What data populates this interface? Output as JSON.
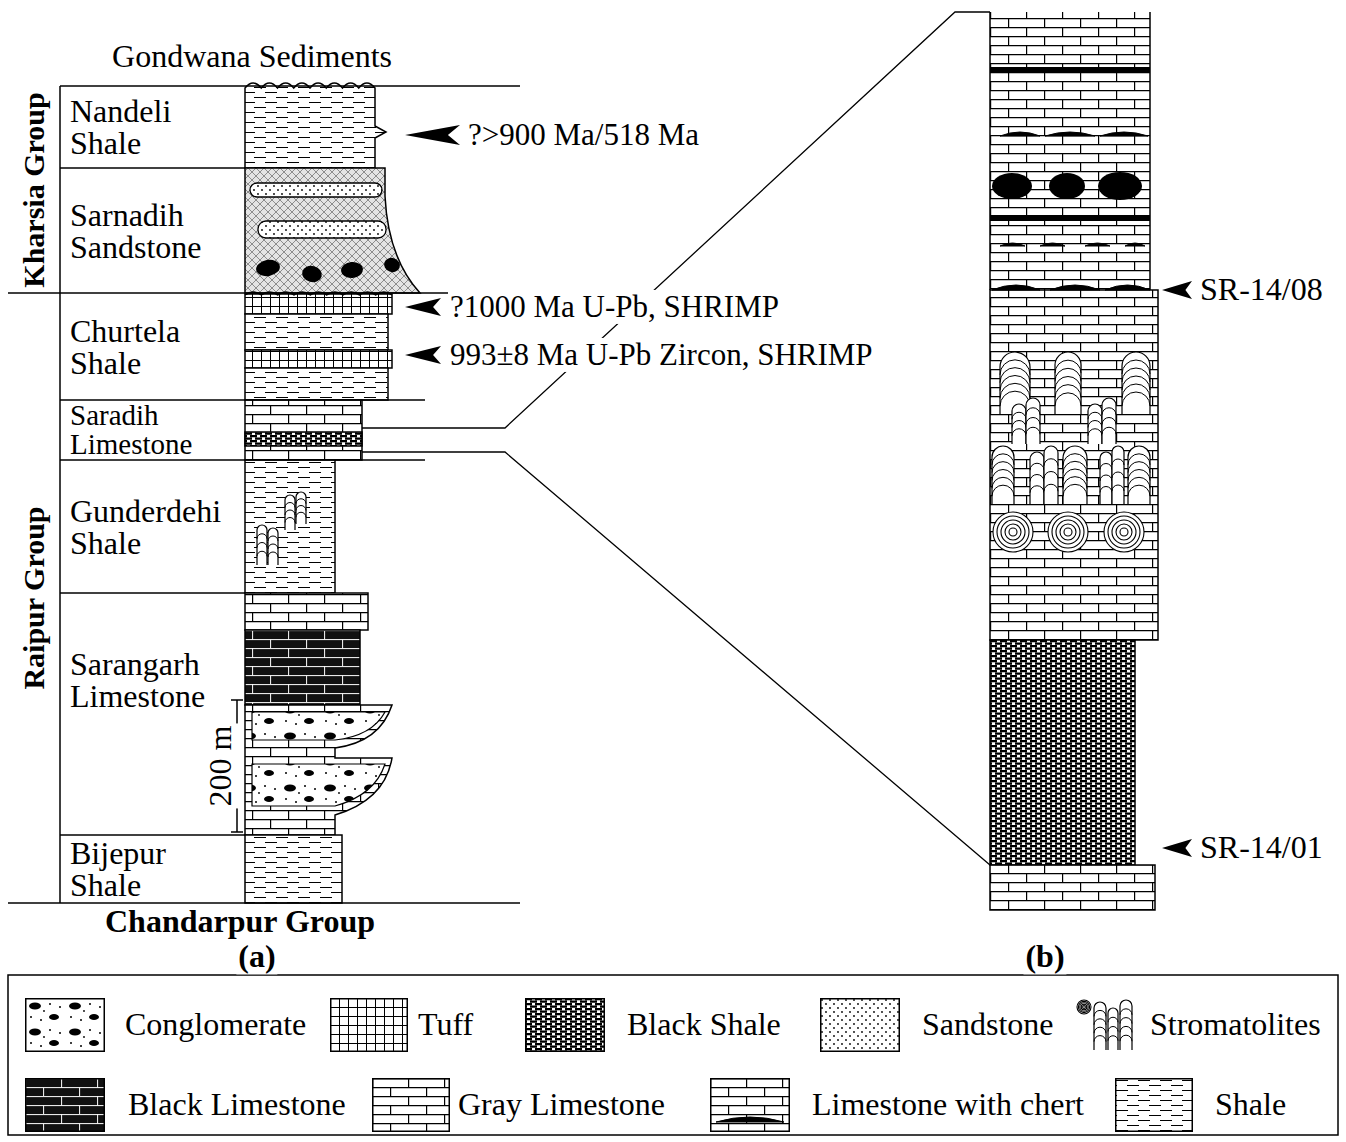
{
  "diagram": {
    "nodes": [
      {
        "text": [
          "Kharsia Group"
        ]
      },
      {
        "text": [
          "Nandeli Shale"
        ]
      },
      {
        "text": [
          "Sarnadih Sandstone"
        ]
      },
      {
        "text": [
          "Raipur Group"
        ]
      },
      {
        "text": [
          "Churtela Shale"
        ]
      },
      {
        "text": [
          "Saradih Limestone"
        ]
      },
      {
        "text": [
          "Gunderdehi Shale"
        ]
      },
      {
        "text": [
          "Sarangarh Limestone"
        ]
      },
      {
        "text": [
          "Bijepur Shale"
        ]
      }
    ],
    "labels": [
      "Gondwana Sediments",
      "?>900 Ma/518 Ma",
      "?1000 Ma U-Pb, SHRIMP",
      "993±8 Ma U-Pb Zircon, SHRIMP",
      "200 m",
      "Chandarpur Group",
      "(a)",
      "(b)",
      "SR-14/08",
      "SR-14/01"
    ],
    "legend": [
      {
        "text": "Conglomerate"
      },
      {
        "text": "Tuff"
      },
      {
        "text": "Black Shale"
      },
      {
        "text": "Sandstone"
      },
      {
        "text": "Stromatolites"
      },
      {
        "text": "Black Limestone"
      },
      {
        "text": "Gray Limestone"
      },
      {
        "text": "Limestone with chert"
      },
      {
        "text": "Shale"
      }
    ]
  }
}
